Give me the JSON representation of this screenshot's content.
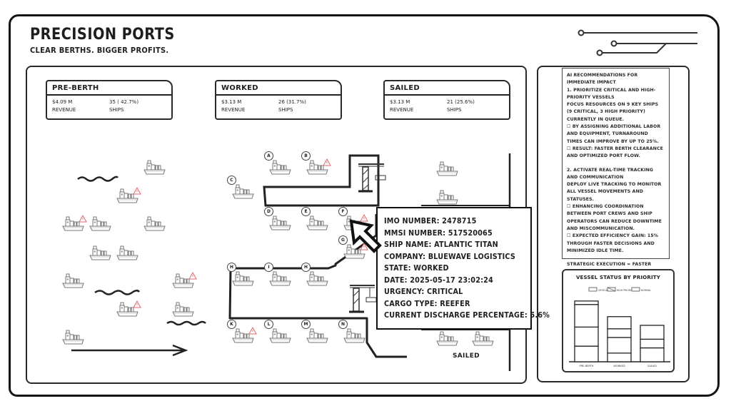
{
  "app": {
    "title": "PRECISION PORTS",
    "tagline": "CLEAR BERTHS. BIGGER PROFITS."
  },
  "status_cards": [
    {
      "id": "pre-berth",
      "title": "PRE-BERTH",
      "revenue": "$4.09 M",
      "revenue_label": "REVENUE",
      "ships": "35 ( 42.7%)",
      "ships_label": "SHIPS"
    },
    {
      "id": "worked",
      "title": "WORKED",
      "revenue": "$3.13 M",
      "revenue_label": "REVENUE",
      "ships": "26  (31.7%)",
      "ships_label": "SHIPS"
    },
    {
      "id": "sailed",
      "title": "SAILED",
      "revenue": "$3.13 M",
      "revenue_label": "REVENUE",
      "ships": "21  (25.6%)",
      "ships_label": "SHIPS"
    }
  ],
  "map": {
    "sailed_label": "SAILED",
    "berths": [
      {
        "label": "A",
        "warning": false
      },
      {
        "label": "B",
        "warning": true
      },
      {
        "label": "C",
        "warning": false
      },
      {
        "label": "D",
        "warning": false
      },
      {
        "label": "E",
        "warning": false
      },
      {
        "label": "F",
        "warning": true
      },
      {
        "label": "G",
        "warning": true
      },
      {
        "label": "H",
        "warning": false
      },
      {
        "label": "I",
        "warning": false
      },
      {
        "label": "H",
        "warning": false
      },
      {
        "label": "K",
        "warning": true
      },
      {
        "label": "L",
        "warning": false
      },
      {
        "label": "M",
        "warning": false
      },
      {
        "label": "N",
        "warning": false
      }
    ],
    "queue_ships": [
      {
        "warning": false
      },
      {
        "warning": true
      },
      {
        "warning": true
      },
      {
        "warning": false
      },
      {
        "warning": false
      },
      {
        "warning": false
      },
      {
        "warning": false
      },
      {
        "warning": false
      },
      {
        "warning": true
      },
      {
        "warning": true
      },
      {
        "warning": false
      },
      {
        "warning": false
      }
    ],
    "warning_color": "#e06a6a"
  },
  "tooltip": {
    "lines": [
      "IMO NUMBER: 2478715",
      "MMSI NUMBER: 517520065",
      "SHIP NAME: ATLANTIC TITAN",
      "COMPANY: BLUEWAVE LOGISTICS",
      "STATE: WORKED",
      "DATE: 2025-05-17 23:02:24",
      "URGENCY: CRITICAL",
      "CARGO TYPE: REEFER",
      "CURRENT DISCHARGE PERCENTAGE: 5.6%"
    ]
  },
  "ai_recommendations": {
    "paragraphs": [
      "AI RECOMMENDATIONS FOR IMMEDIATE IMPACT",
      "1. PRIORITIZE CRITICAL AND HIGH-PRIORITY VESSELS",
      "FOCUS RESOURCES ON 9 KEY SHIPS (9 CRITICAL, 3 HIGH PRIORITY) CURRENTLY IN QUEUE.",
      "☐ BY ASSIGNING ADDITIONAL LABOR AND EQUIPMENT, TURNAROUND TIMES CAN IMPROVE BY UP TO 25%.",
      "☐ RESULT: FASTER BERTH CLEARANCE AND OPTIMIZED PORT FLOW.",
      "",
      "2. ACTIVATE REAL-TIME TRACKING AND COMMUNICATION",
      "DEPLOY LIVE TRACKING TO MONITOR ALL VESSEL MOVEMENTS AND STATUSES.",
      "☐ ENHANCING COORDINATION BETWEEN PORT CREWS AND SHIP OPERATORS CAN REDUCE DOWNTIME AND MISCOMMUNICATION.",
      "☐ EXPECTED EFFICIENCY GAIN: 15% THROUGH FASTER DECISIONS AND MINIMIZED IDLE TIME.",
      "",
      "STRATEGIC EXECUTION = FASTER"
    ]
  },
  "chart_data": {
    "type": "bar",
    "stacked": true,
    "title": "VESSEL STATUS BY PRIORITY",
    "categories": [
      "PRE-BERTH",
      "WORKED",
      "SAILED"
    ],
    "legend": [
      "CRITICAL",
      "HIGH PRIORITY",
      "NORMAL"
    ],
    "legend_position": "top",
    "segments": [
      [
        9,
        11,
        13,
        2
      ],
      [
        5,
        9,
        5,
        7
      ],
      [
        8,
        5,
        8
      ]
    ],
    "totals": [
      35,
      26,
      21
    ],
    "ylim": [
      0,
      37
    ],
    "grid": false,
    "xlabel": "",
    "ylabel": ""
  }
}
